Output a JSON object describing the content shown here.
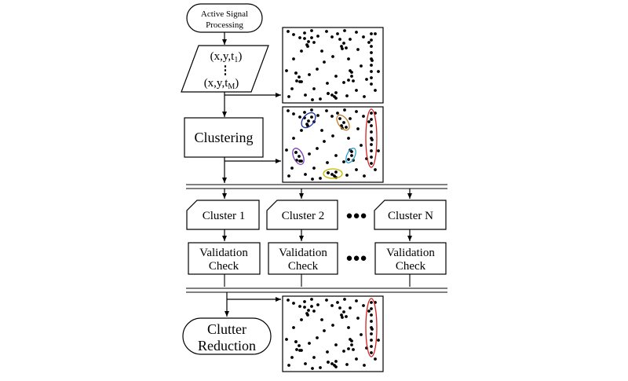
{
  "nodes": {
    "active_signal_processing": [
      "Active Signal",
      "Processing"
    ],
    "input_data": {
      "line1": {
        "main": "(x,y,t",
        "sub": "1",
        "close": ")"
      },
      "ellipsis": "⋮",
      "line2": {
        "main": "(x,y,t",
        "sub": "M",
        "close": ")"
      }
    },
    "clustering": "Clustering",
    "clusters": [
      "Cluster 1",
      "Cluster 2",
      "Cluster N"
    ],
    "cluster_ellipsis": "●●●",
    "validation_checks": [
      [
        "Validation",
        "Check"
      ],
      [
        "Validation",
        "Check"
      ],
      [
        "Validation",
        "Check"
      ]
    ],
    "validation_ellipsis": "●●●",
    "clutter_reduction": [
      "Clutter",
      "Reduction"
    ]
  },
  "panels": {
    "cluster_ring_colors": {
      "blue": "#1f2fa8",
      "orange": "#c07a2a",
      "red": "#d62020",
      "purple": "#7a3fb0",
      "cyan": "#2a9fd0",
      "yellow": "#c8b400"
    }
  }
}
